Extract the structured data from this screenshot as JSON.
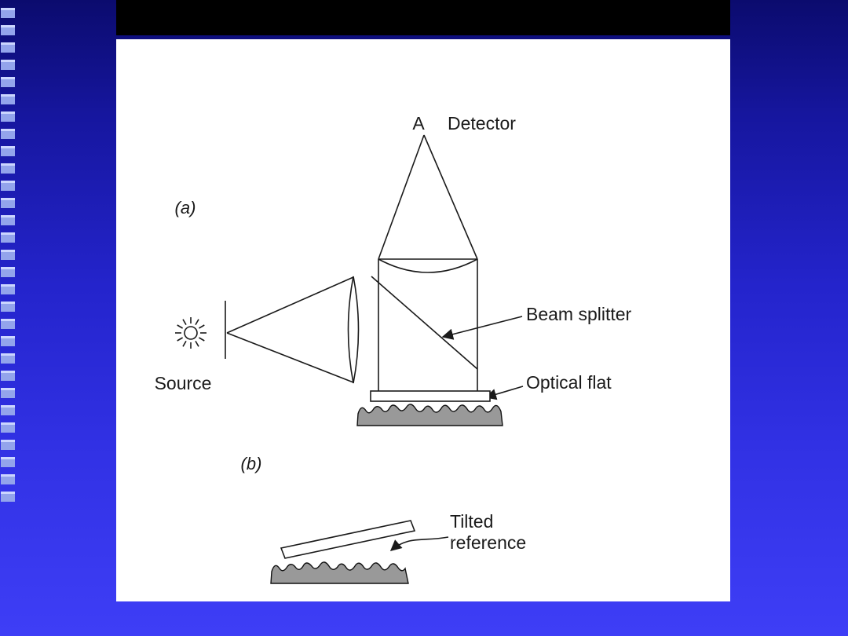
{
  "figure": {
    "part_a": "(a)",
    "part_b": "(b)",
    "apex": "A",
    "detector": "Detector",
    "source": "Source",
    "beam_splitter": "Beam splitter",
    "optical_flat": "Optical flat",
    "tilted_ref_line1": "Tilted",
    "tilted_ref_line2": "reference"
  },
  "colors": {
    "background_top": "#0b0b6e",
    "background_bottom": "#3e3ef6",
    "top_bar": "#000000",
    "panel": "#ffffff",
    "line": "#1a1a1a",
    "rough_fill": "#999999",
    "edge_squares": "#93a4ec"
  }
}
